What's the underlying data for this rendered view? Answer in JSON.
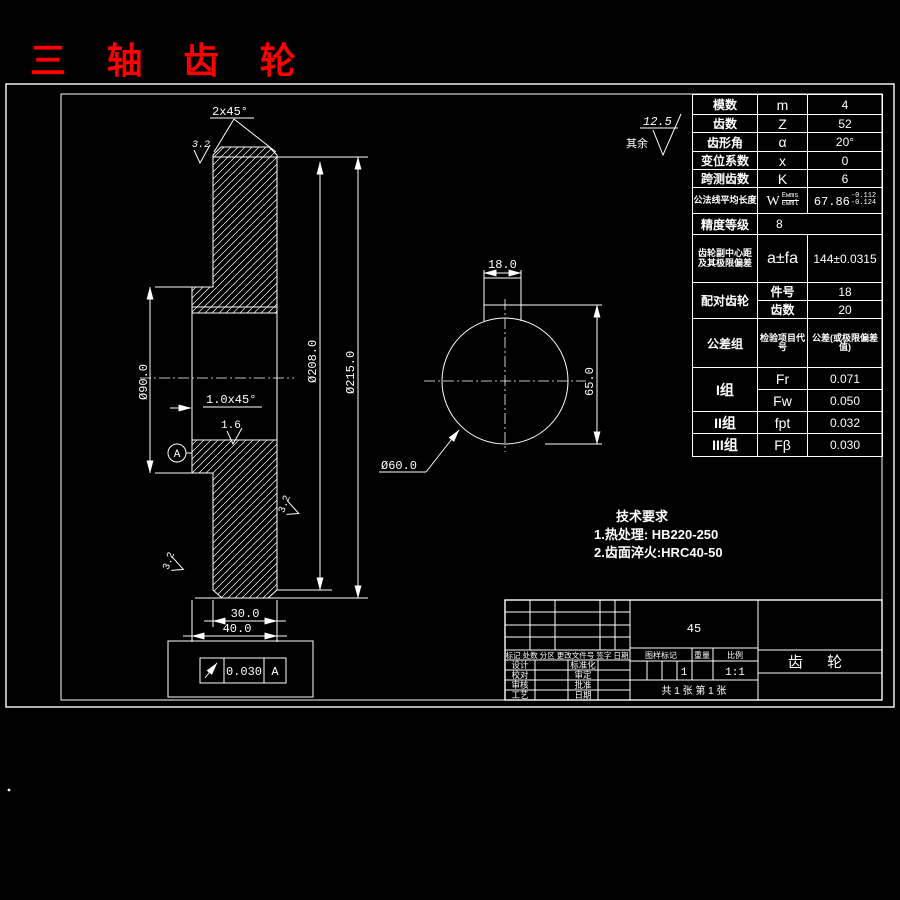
{
  "colors": {
    "background": "#000000",
    "line": "#ffffff",
    "title_red": "#ff0000"
  },
  "drawing_title": "三 轴 齿 轮",
  "surface_default": {
    "value": "12.5",
    "note": "其余"
  },
  "gear_table": {
    "rows": [
      {
        "label": "模数",
        "symbol": "m",
        "value": "4"
      },
      {
        "label": "齿数",
        "symbol": "Z",
        "value": "52"
      },
      {
        "label": "齿形角",
        "symbol": "α",
        "value": "20°"
      },
      {
        "label": "变位系数",
        "symbol": "x",
        "value": "0"
      },
      {
        "label": "跨测齿数",
        "symbol": "K",
        "value": "6"
      }
    ],
    "w_row": {
      "label": "公法线平均长度",
      "symbol": "W",
      "symbol_top": "Ewms",
      "symbol_bot": "Ewml",
      "value": "67.86",
      "tol_top": "-0.112",
      "tol_bot": "-0.124"
    },
    "accuracy_row": {
      "label": "精度等级",
      "value": "8"
    },
    "center_row": {
      "label_line1": "齿轮副中心距",
      "label_line2": "及其极限偏差",
      "symbol": "a±fa",
      "value": "144±0.0315"
    },
    "mate_row": {
      "label": "配对齿轮",
      "item_label": "件号",
      "item_value": "18",
      "teeth_label": "齿数",
      "teeth_value": "20"
    },
    "tol_header": {
      "group": "公差组",
      "code": "检验项目代号",
      "tol": "公差(或极限偏差值)"
    },
    "group1": {
      "label": "I组",
      "r1_sym": "Fr",
      "r1_val": "0.071",
      "r2_sym": "Fw",
      "r2_val": "0.050"
    },
    "group2": {
      "label": "II组",
      "sym": "fpt",
      "val": "0.032"
    },
    "group3": {
      "label": "III组",
      "sym": "Fβ",
      "val": "0.030"
    }
  },
  "dims": {
    "chamfer_top": "2x45°",
    "rough_top": "3.2",
    "rough_right": "3.2",
    "rough_bottom": "3.2",
    "bore_chamfer": "1.0x45°",
    "bore_rough": "1.6",
    "dia_hub": "Ø90.0",
    "dia_root": "Ø208.0",
    "dia_tip": "Ø215.0",
    "width_rim": "30.0",
    "width_hub": "40.0",
    "keyway_width": "18.0",
    "keyway_height": "65.0",
    "bore_dia": "Ø60.0",
    "datum_label": "A",
    "runout_value": "0.030",
    "runout_datum": "A"
  },
  "tech_req": {
    "title": "技术要求",
    "line1": "1.热处理: HB220-250",
    "line2": "2.齿面淬火:HRC40-50"
  },
  "title_block": {
    "material": "45",
    "part_name": "齿  轮",
    "rev_header": "标记 处数 分区 更改文件号 签字 日期",
    "roles": [
      {
        "l": "设计",
        "r": "标准化"
      },
      {
        "l": "校对",
        "r": "审定"
      },
      {
        "l": "审核",
        "r": "批准"
      },
      {
        "l": "工艺",
        "r": "日期"
      }
    ],
    "stamp_header": {
      "mark": "图样标记",
      "weight": "重量",
      "scale": "比例"
    },
    "weight_value": "1",
    "scale_value": "1:1",
    "sheet_info": "共 1 张  第 1 张"
  }
}
